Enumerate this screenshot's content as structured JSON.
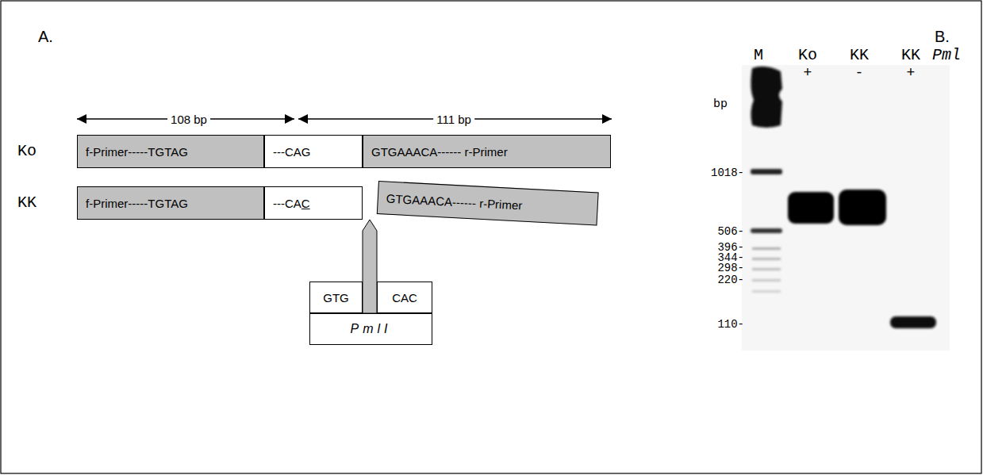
{
  "diagram": {
    "nodes": [
      {
        "text": [
          "f-Primer-----TGTAG"
        ]
      },
      {
        "text": [
          "---CAG"
        ]
      },
      {
        "text": [
          "GTGAAACA------ r-Primer"
        ]
      },
      {
        "text": [
          "f-Primer-----TGTAG"
        ]
      },
      {
        "text": [
          "---CAC"
        ]
      },
      {
        "text": [
          "GTGAAACA------ r-Primer"
        ]
      },
      {
        "text": [
          "GTG"
        ]
      },
      {
        "text": [
          "CAC"
        ]
      },
      {
        "text": [
          "PmlI"
        ]
      }
    ],
    "edges": [
      {
        "from": 8,
        "to": 4,
        "arrow": "to"
      }
    ],
    "labels": [
      "A.",
      "B.",
      "108 bp",
      "111 bp",
      "Ko",
      "KK",
      "M",
      "Ko",
      "KK",
      "KK",
      "+",
      "-",
      "+",
      "Pml",
      "bp",
      "1018-",
      "506-",
      "396-",
      "344-",
      "298-",
      "220-",
      "110-"
    ]
  }
}
